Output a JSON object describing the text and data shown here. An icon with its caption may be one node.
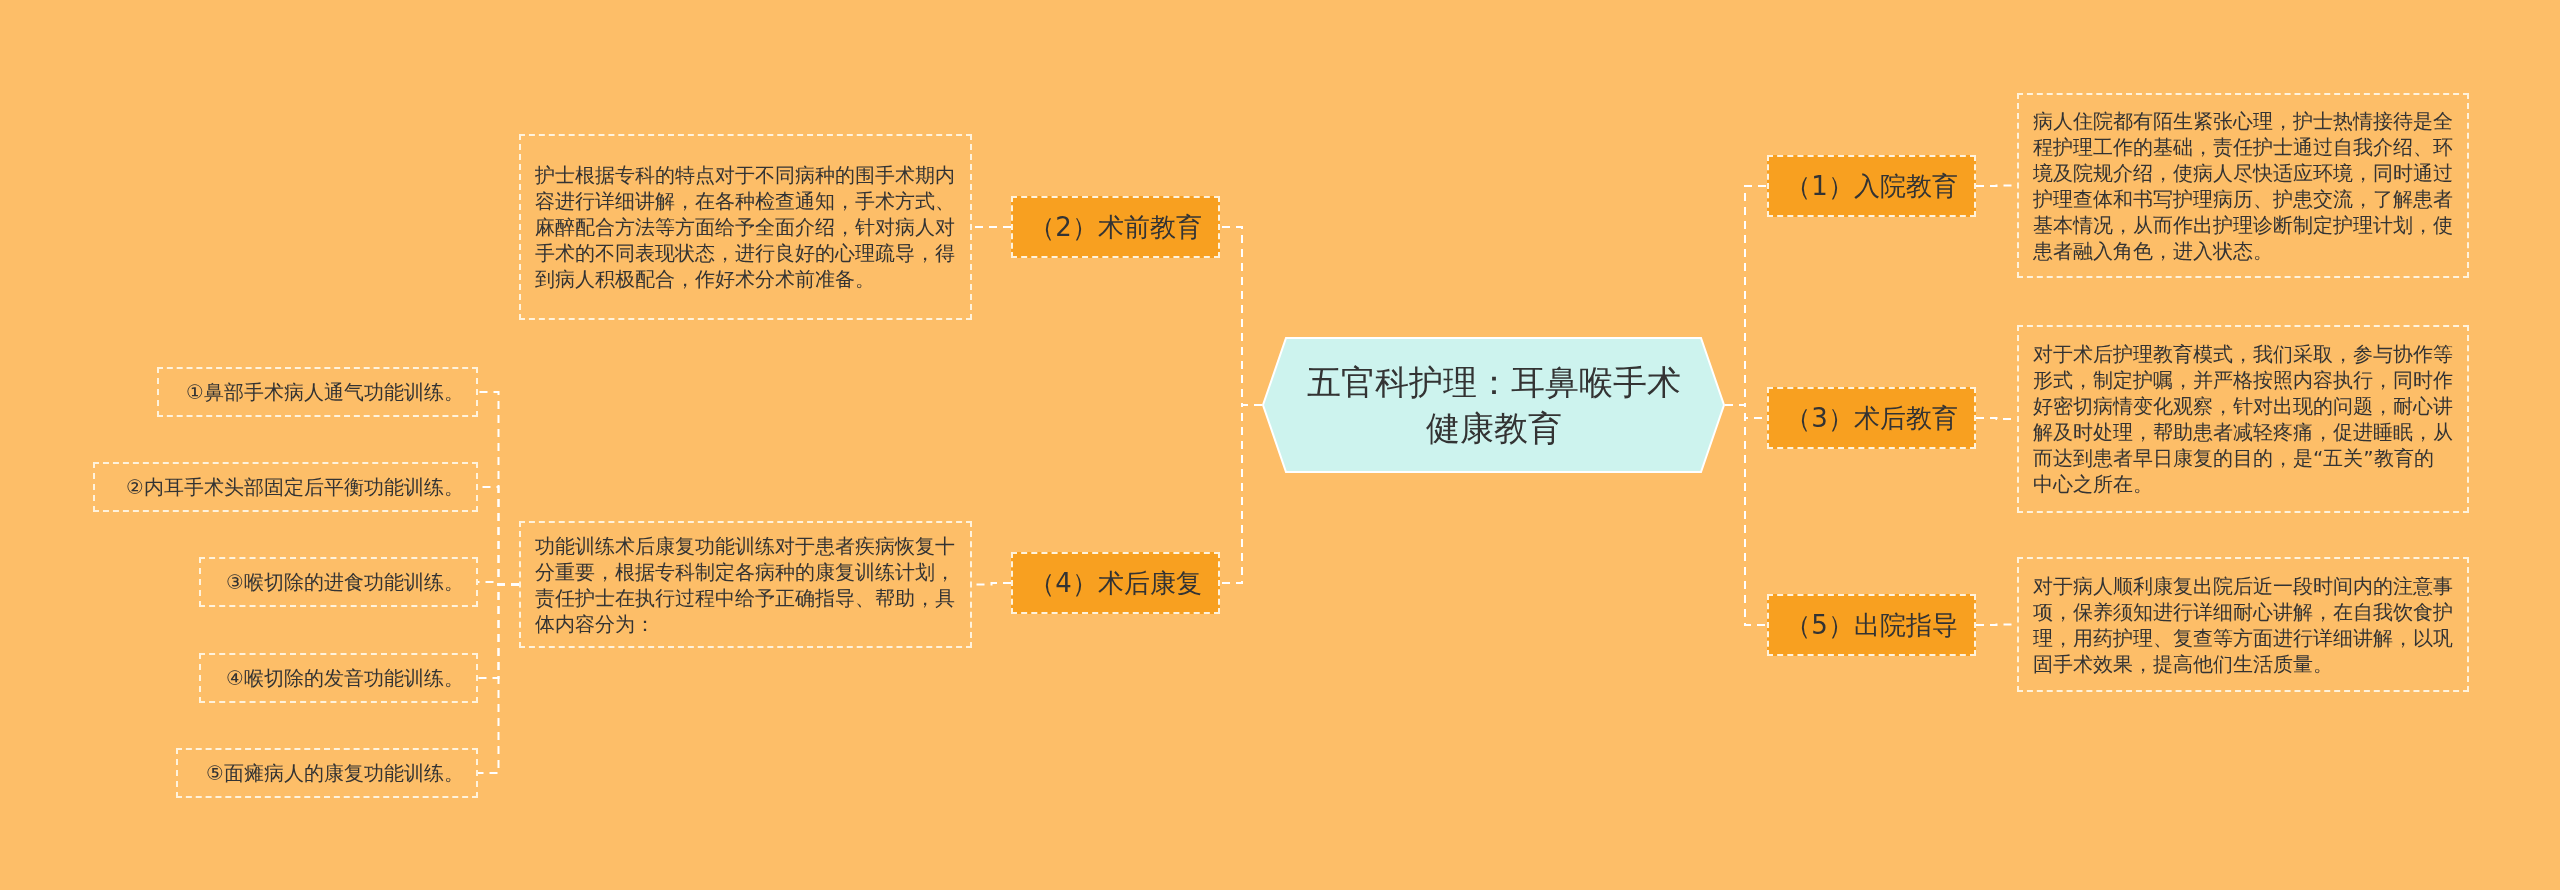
{
  "diagram": {
    "nodes": [
      {
        "text": [
          "五官科护理：耳鼻喉手术健康教育"
        ]
      },
      {
        "text": [
          "（1）入院教育"
        ]
      },
      {
        "text": [
          "病人住院都有陌生紧张心理，护士热情接待是全程护理工作的基础，责任护士通过自我介绍、环境及院规介绍，使病人尽快适应环境，同时通过护理查体和书写护理病历、护患交流，了解患者基本情况，从而作出护理诊断制定护理计划，使患者融入角色，进入状态。"
        ]
      },
      {
        "text": [
          "（3）术后教育"
        ]
      },
      {
        "text": [
          "对于术后护理教育模式，我们采取，参与协作等形式，制定护嘱，并严格按照内容执行，同时作好密切病情变化观察，针对出现的问题，耐心讲解及时处理，帮助患者减轻疼痛，促进睡眠，从而达到患者早日康复的目的，是“五关”教育的中心之所在。"
        ]
      },
      {
        "text": [
          "（5）出院指导"
        ]
      },
      {
        "text": [
          "对于病人顺利康复出院后近一段时间内的注意事项，保养须知进行详细耐心讲解，在自我饮食护理，用药护理、复查等方面进行详细讲解，以巩固手术效果，提高他们生活质量。"
        ]
      },
      {
        "text": [
          "（2）术前教育"
        ]
      },
      {
        "text": [
          "护士根据专科的特点对于不同病种的围手术期内容进行详细讲解，在各种检查通知，手术方式、麻醉配合方法等方面给予全面介绍，针对病人对手术的不同表现状态，进行良好的心理疏导，得到病人积极配合，作好术分术前准备。"
        ]
      },
      {
        "text": [
          "（4）术后康复"
        ]
      },
      {
        "text": [
          "功能训练术后康复功能训练对于患者疾病恢复十分重要，根据专科制定各病种的康复训练计划，责任护士在执行过程中给予正确指导、帮助，具体内容分为："
        ]
      },
      {
        "text": [
          "①鼻部手术病人通气功能训练。"
        ]
      },
      {
        "text": [
          "②内耳手术头部固定后平衡功能训练。"
        ]
      },
      {
        "text": [
          "③喉切除的进食功能训练。"
        ]
      },
      {
        "text": [
          "④喉切除的发音功能训练。"
        ]
      },
      {
        "text": [
          "⑤面瘫病人的康复功能训练。"
        ]
      }
    ],
    "edges": [
      {
        "from": 0,
        "to": 1,
        "arrow": "none"
      },
      {
        "from": 1,
        "to": 2,
        "arrow": "none"
      },
      {
        "from": 0,
        "to": 3,
        "arrow": "none"
      },
      {
        "from": 3,
        "to": 4,
        "arrow": "none"
      },
      {
        "from": 0,
        "to": 5,
        "arrow": "none"
      },
      {
        "from": 5,
        "to": 6,
        "arrow": "none"
      },
      {
        "from": 0,
        "to": 7,
        "arrow": "none"
      },
      {
        "from": 7,
        "to": 8,
        "arrow": "none"
      },
      {
        "from": 0,
        "to": 9,
        "arrow": "none"
      },
      {
        "from": 9,
        "to": 10,
        "arrow": "none"
      },
      {
        "from": 10,
        "to": 11,
        "arrow": "none"
      },
      {
        "from": 10,
        "to": 12,
        "arrow": "none"
      },
      {
        "from": 10,
        "to": 13,
        "arrow": "none"
      },
      {
        "from": 10,
        "to": 14,
        "arrow": "none"
      },
      {
        "from": 10,
        "to": 15,
        "arrow": "none"
      }
    ]
  }
}
